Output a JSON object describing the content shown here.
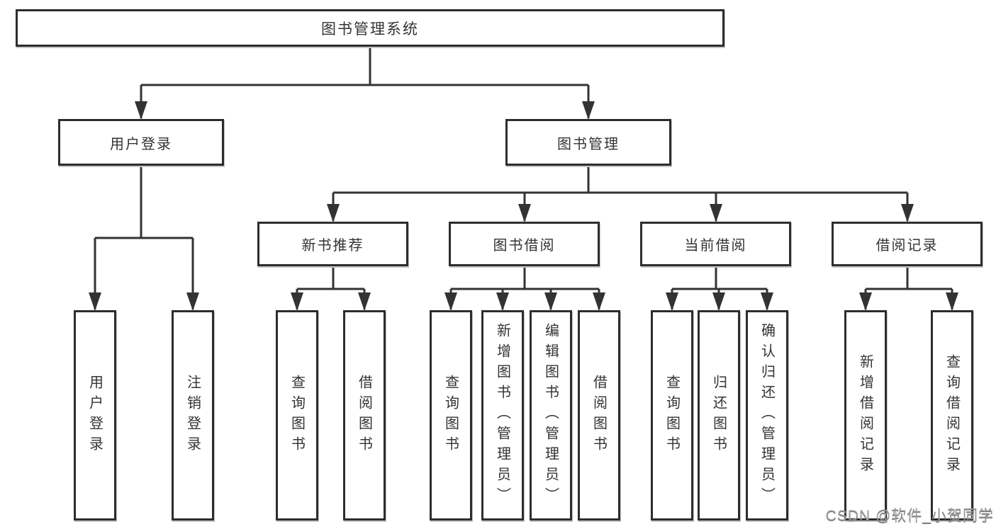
{
  "tree": {
    "root": "图书管理系统",
    "branches": [
      {
        "label": "用户登录",
        "children": [
          "用户登录",
          "注销登录"
        ]
      },
      {
        "label": "图书管理",
        "sections": [
          {
            "label": "新书推荐",
            "children": [
              "查询图书",
              "借阅图书"
            ]
          },
          {
            "label": "图书借阅",
            "children": [
              "查询图书",
              "新增图书（管理员）",
              "编辑图书（管理员）",
              "借阅图书"
            ]
          },
          {
            "label": "当前借阅",
            "children": [
              "查询图书",
              "归还图书",
              "确认归还（管理员）"
            ]
          },
          {
            "label": "借阅记录",
            "children": [
              "新增借阅记录",
              "查询借阅记录"
            ]
          }
        ]
      }
    ]
  },
  "watermark": {
    "text": "CSDN @软件_小贺同学"
  },
  "colors": {
    "background": "#ffffff",
    "line": "#333333",
    "box_border": "#2d2d2d",
    "text": "#333333",
    "watermark": "#9b9b9b"
  }
}
